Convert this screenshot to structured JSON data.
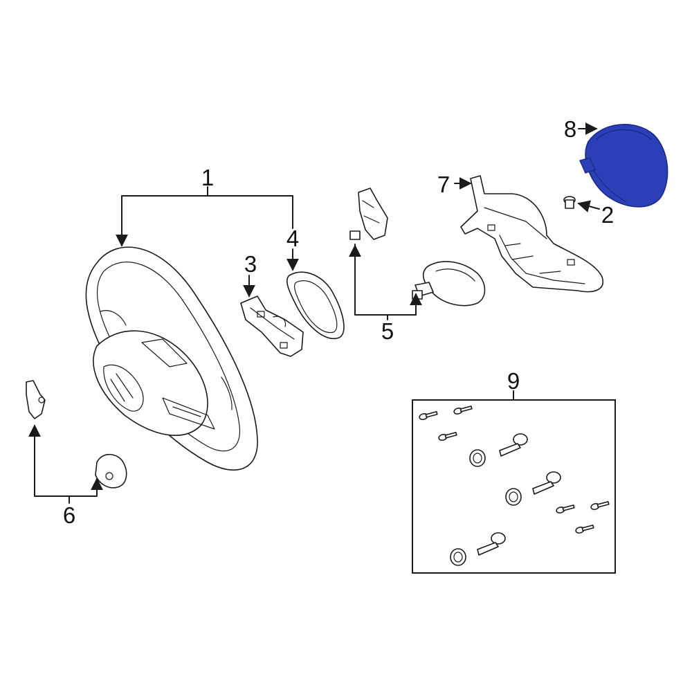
{
  "callouts": {
    "c1": "1",
    "c2": "2",
    "c3": "3",
    "c4": "4",
    "c5": "5",
    "c6": "6",
    "c7": "7",
    "c8": "8",
    "c9": "9"
  },
  "colors": {
    "highlight": "#2b40b8",
    "highlight_dark": "#1a2a86",
    "line": "#1a1a1a"
  }
}
